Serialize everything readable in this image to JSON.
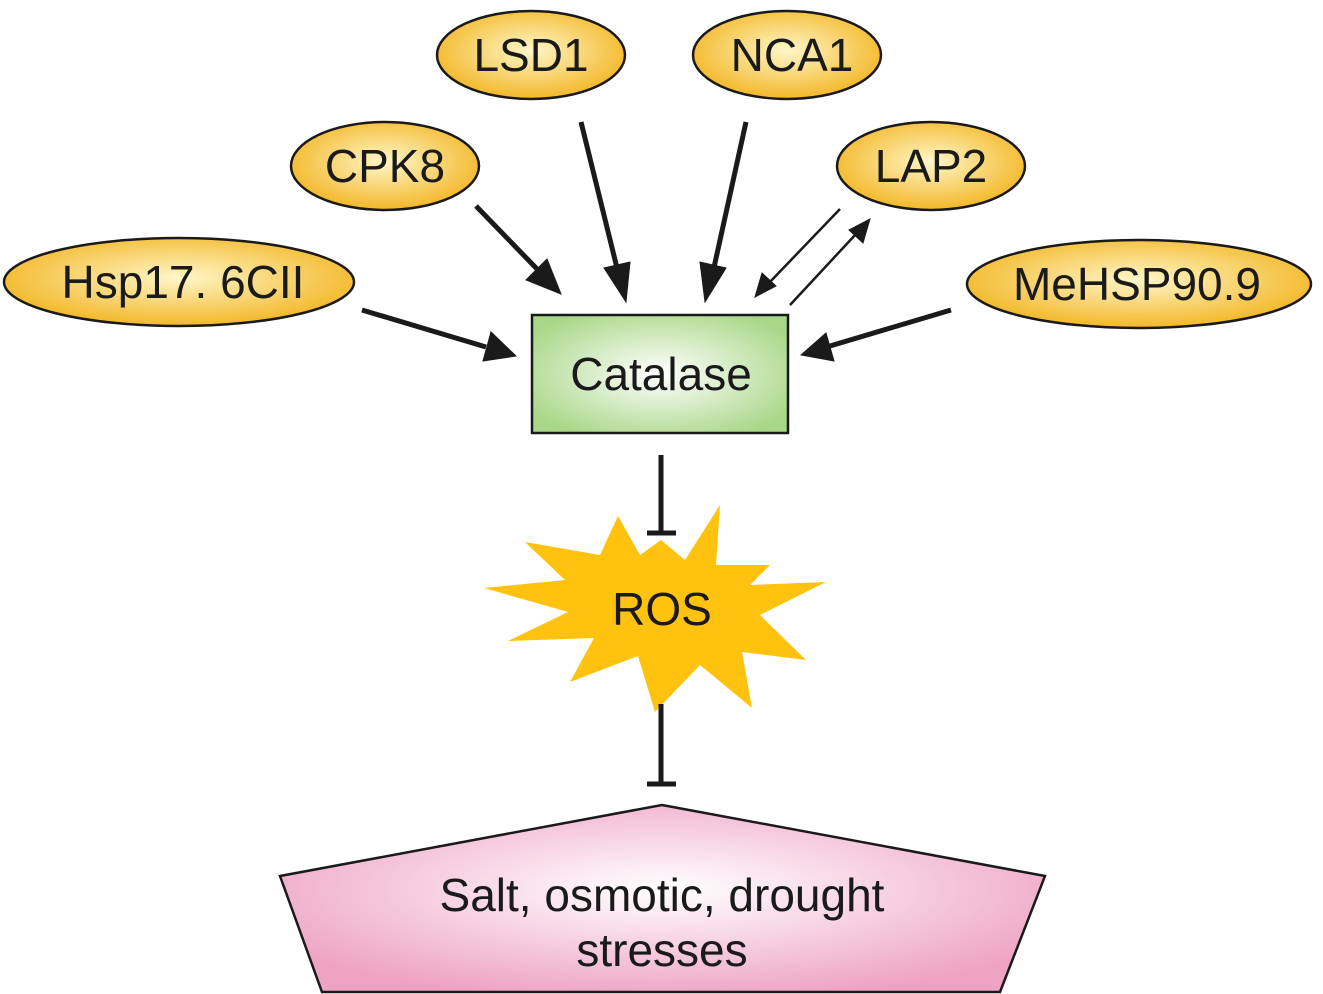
{
  "colors": {
    "ellipse_light": "#fff6c8",
    "ellipse_dark": "#f2b21a",
    "box_light": "#ffffff",
    "box_dark": "#a9d788",
    "burst": "#ffc20e",
    "pentagon_light": "#ffffff",
    "pentagon_dark": "#eea2c4",
    "stroke": "#1a1a1a"
  },
  "regulators": [
    {
      "id": "lsd1",
      "label": "LSD1"
    },
    {
      "id": "nca1",
      "label": "NCA1"
    },
    {
      "id": "cpk8",
      "label": "CPK8"
    },
    {
      "id": "lap2",
      "label": "LAP2"
    },
    {
      "id": "hsp",
      "label": "Hsp17. 6CII"
    },
    {
      "id": "mehsp",
      "label": "MeHSP90.9"
    }
  ],
  "center": {
    "label": "Catalase"
  },
  "ros": {
    "label": "ROS"
  },
  "stresses": {
    "line1": "Salt, osmotic, drought",
    "line2": "stresses"
  }
}
